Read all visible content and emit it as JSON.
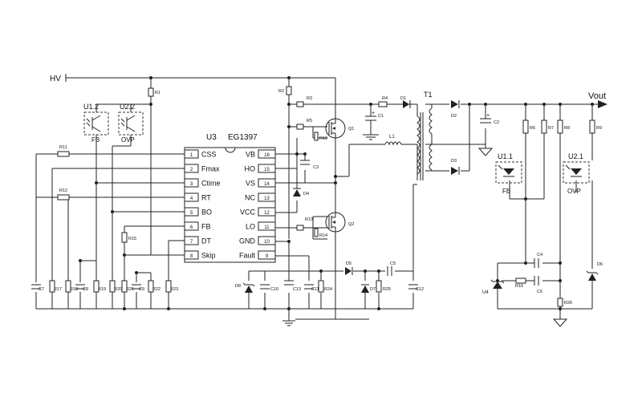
{
  "labels": {
    "hv": "HV",
    "vout": "Vout",
    "u3": "U3",
    "ic": "EG1397",
    "t1": "T1",
    "l1": "L1",
    "u1_2": "U1.2",
    "u2_2": "U2.2",
    "u1_1": "U1.1",
    "u2_1": "U2.1",
    "u4": "U4",
    "fb": "FB",
    "ovp": "OVP"
  },
  "ic_pins_left": [
    {
      "num": "1",
      "name": "CSS"
    },
    {
      "num": "2",
      "name": "Fmax"
    },
    {
      "num": "3",
      "name": "Ctime"
    },
    {
      "num": "4",
      "name": "RT"
    },
    {
      "num": "5",
      "name": "BO"
    },
    {
      "num": "6",
      "name": "FB"
    },
    {
      "num": "7",
      "name": "DT"
    },
    {
      "num": "8",
      "name": "Skip"
    }
  ],
  "ic_pins_right": [
    {
      "num": "16",
      "name": "VB"
    },
    {
      "num": "15",
      "name": "HO"
    },
    {
      "num": "14",
      "name": "VS"
    },
    {
      "num": "13",
      "name": "NC"
    },
    {
      "num": "12",
      "name": "VCC"
    },
    {
      "num": "11",
      "name": "LO"
    },
    {
      "num": "10",
      "name": "GND"
    },
    {
      "num": "9",
      "name": "Fault"
    }
  ],
  "components": {
    "r1": "R1",
    "r2": "R2",
    "r3": "R3",
    "r4": "R4",
    "r5": "R5",
    "r6": "R6",
    "r7": "R7",
    "r8": "R8",
    "r9": "R9",
    "r10": "R10",
    "r11": "R11",
    "r12": "R12",
    "r13": "R13",
    "r14": "R14",
    "r15": "R15",
    "r16": "R16",
    "r17": "R17",
    "r18": "R18",
    "r19": "R19",
    "r20": "R20",
    "r21": "R21",
    "r22": "R22",
    "r23": "R23",
    "r24": "R24",
    "r25": "R25",
    "r26": "R26",
    "c1": "C1",
    "c2": "C2",
    "c3": "C3",
    "c4": "C4",
    "c5": "C5",
    "c6": "C6",
    "c7": "C7",
    "c8": "C8",
    "c9": "C9",
    "c10": "C10",
    "c11": "C11",
    "c12": "C12",
    "c13": "C13",
    "d1": "D1",
    "d2": "D2",
    "d3": "D3",
    "d4": "D4",
    "d5": "D5",
    "d6": "D6",
    "d7": "D7",
    "d8": "D8",
    "q1": "Q1",
    "q2": "Q2"
  }
}
